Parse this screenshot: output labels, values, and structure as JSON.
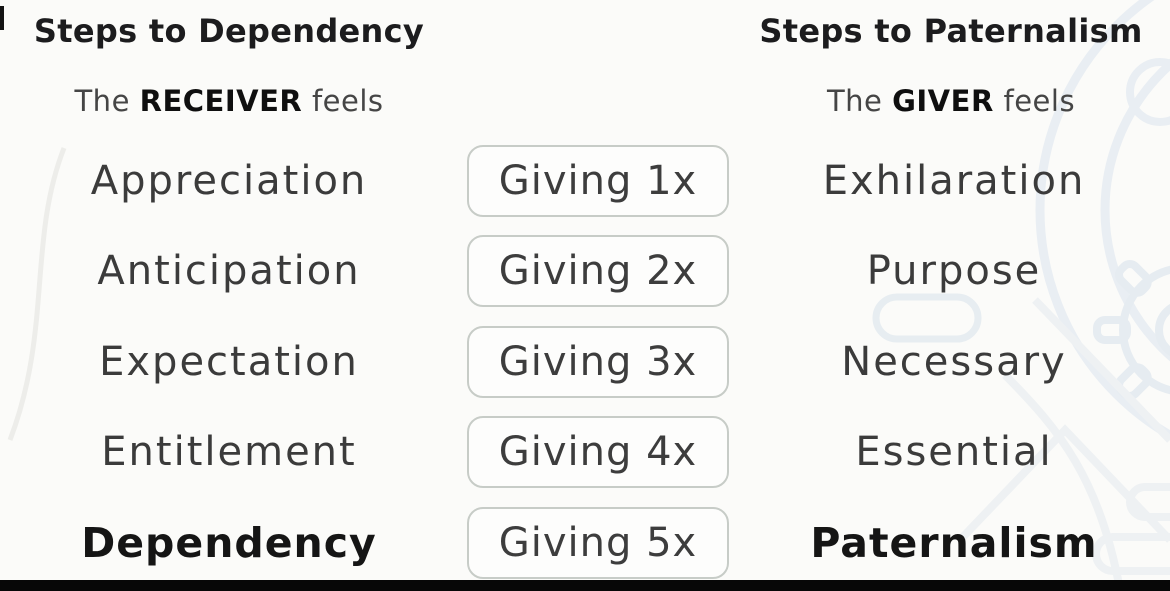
{
  "left_column": {
    "title": "Steps to Dependency",
    "subtitle_prefix": "The",
    "subtitle_actor": "RECEIVER",
    "subtitle_suffix": "feels",
    "steps": [
      "Appreciation",
      "Anticipation",
      "Expectation",
      "Entitlement",
      "Dependency"
    ]
  },
  "center_column": {
    "steps": [
      "Giving 1x",
      "Giving 2x",
      "Giving 3x",
      "Giving 4x",
      "Giving 5x"
    ]
  },
  "right_column": {
    "title": "Steps to Paternalism",
    "subtitle_prefix": "The",
    "subtitle_actor": "GIVER",
    "subtitle_suffix": "feels",
    "steps": [
      "Exhilaration",
      "Purpose",
      "Necessary",
      "Essential",
      "Paternalism"
    ]
  },
  "colors": {
    "background": "#fbfbf9",
    "text_primary": "#3b3b3b",
    "text_emphasis": "#151515",
    "box_border": "#c7ccc7",
    "watermark_blue": "#e9eef3",
    "watermark_gray": "#ededea",
    "bottom_bar": "#070707"
  }
}
